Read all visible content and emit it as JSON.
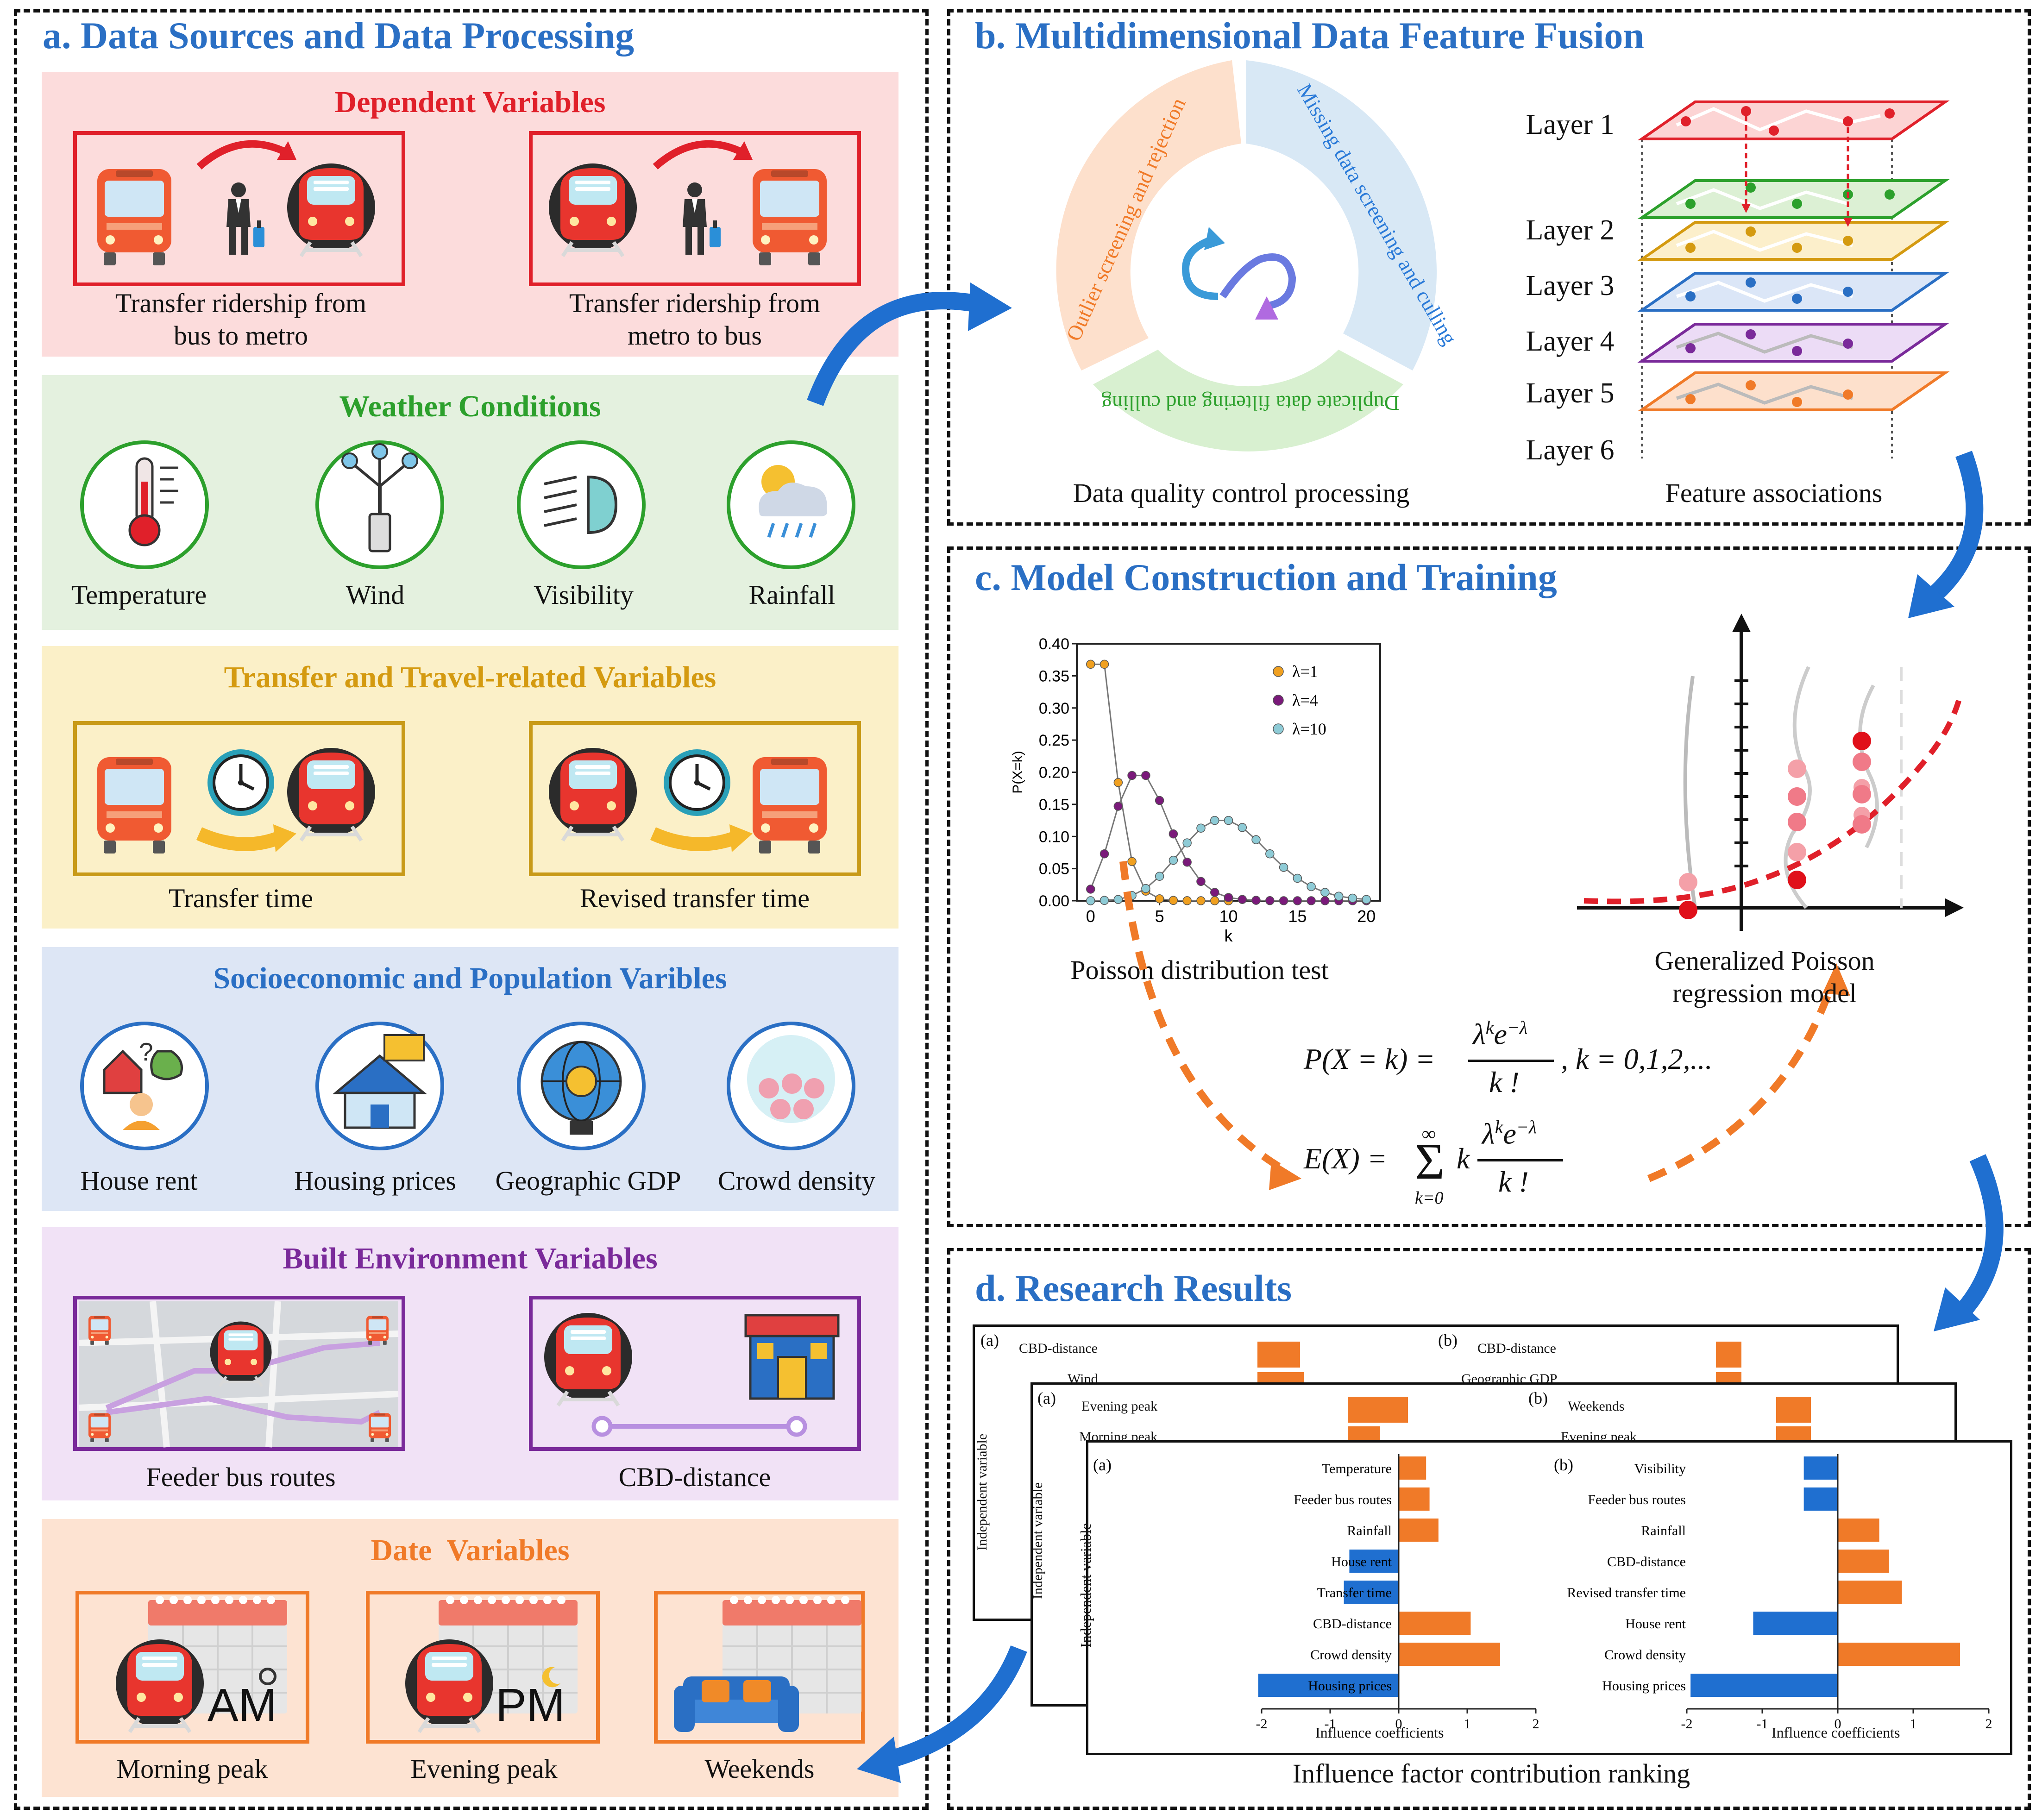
{
  "panel_a": {
    "title": "a. Data Sources and Data Processing",
    "dependent": {
      "title": "Dependent Variables",
      "items": [
        "Transfer ridership from\nbus to metro",
        "Transfer ridership from\nmetro to bus"
      ]
    },
    "weather": {
      "title": "Weather Conditions",
      "items": [
        "Temperature",
        "Wind",
        "Visibility",
        "Rainfall"
      ]
    },
    "transfer": {
      "title": "Transfer and Travel-related Variables",
      "items": [
        "Transfer time",
        "Revised transfer time"
      ]
    },
    "socio": {
      "title": "Socioeconomic and Population Varibles",
      "items": [
        "House rent",
        "Housing prices",
        "Geographic GDP",
        "Crowd density"
      ]
    },
    "built": {
      "title": "Built Environment Variables",
      "items": [
        "Feeder bus routes",
        "CBD-distance"
      ]
    },
    "date": {
      "title": "Date  Variables",
      "items": [
        "Morning peak",
        "Evening peak",
        "Weekends"
      ],
      "am": "AM",
      "pm": "PM"
    }
  },
  "panel_b": {
    "title": "b. Multidimensional Data Feature Fusion",
    "ring": [
      "Outlier screening and rejection",
      "Missing data screening and culling",
      "Duplicate data filtering and culling"
    ],
    "ring_caption": "Data quality control processing",
    "layers": [
      "Layer 1",
      "Layer 2",
      "Layer 3",
      "Layer 4",
      "Layer 5",
      "Layer 6"
    ],
    "layers_caption": "Feature associations"
  },
  "panel_c": {
    "title": "c. Model Construction and Training",
    "poisson_caption": "Poisson distribution test",
    "gpr_caption": "Generalized Poisson\nregression model",
    "formula1": "P(X = k) = λᵏ e⁻λ / k! , k = 0,1,2,...",
    "formula2": "E(X) = Σ k λᵏ e⁻λ / k!",
    "chart_data": {
      "type": "line",
      "xlabel": "k",
      "ylabel": "P(X=k)",
      "xlim": [
        -1,
        21
      ],
      "ylim": [
        0,
        0.4
      ],
      "xticks": [
        0,
        5,
        10,
        15,
        20
      ],
      "yticks": [
        "0.00",
        "0.05",
        "0.10",
        "0.15",
        "0.20",
        "0.25",
        "0.30",
        "0.35",
        "0.40"
      ],
      "legend_position": "top-right",
      "series": [
        {
          "name": "λ=1",
          "color": "#f0a020",
          "x": [
            0,
            1,
            2,
            3,
            4,
            5,
            6,
            7,
            8,
            9,
            10
          ],
          "values": [
            0.368,
            0.368,
            0.184,
            0.061,
            0.015,
            0.003,
            0.0005,
            0.0001,
            0,
            0,
            0
          ]
        },
        {
          "name": "λ=4",
          "color": "#7a1a7a",
          "x": [
            0,
            1,
            2,
            3,
            4,
            5,
            6,
            7,
            8,
            9,
            10,
            11,
            12,
            13,
            14,
            15,
            16,
            17,
            18,
            19,
            20
          ],
          "values": [
            0.018,
            0.073,
            0.147,
            0.195,
            0.195,
            0.156,
            0.104,
            0.06,
            0.03,
            0.013,
            0.005,
            0.002,
            0.0006,
            0.0002,
            0,
            0,
            0,
            0,
            0,
            0,
            0
          ]
        },
        {
          "name": "λ=10",
          "color": "#8ecbd6",
          "x": [
            0,
            1,
            2,
            3,
            4,
            5,
            6,
            7,
            8,
            9,
            10,
            11,
            12,
            13,
            14,
            15,
            16,
            17,
            18,
            19,
            20
          ],
          "values": [
            0,
            0.0005,
            0.002,
            0.008,
            0.019,
            0.038,
            0.063,
            0.09,
            0.113,
            0.125,
            0.125,
            0.114,
            0.095,
            0.073,
            0.052,
            0.035,
            0.022,
            0.013,
            0.007,
            0.004,
            0.002
          ]
        }
      ]
    }
  },
  "panel_d": {
    "title": "d. Research Results",
    "caption": "Influence factor contribution ranking",
    "ylabel": "Independent variable",
    "xlabel": "Influence coefficients",
    "back_cards": [
      {
        "a_labels": [
          "CBD-distance",
          "Wind"
        ],
        "b_labels": [
          "CBD-distance",
          "Geographic GDP"
        ]
      },
      {
        "a_labels": [
          "Evening peak",
          "Morning peak"
        ],
        "b_labels": [
          "Weekends",
          "Evening peak"
        ]
      }
    ],
    "chart_data": [
      {
        "type": "bar",
        "panel": "(a)",
        "categories": [
          "Temperature",
          "Feeder bus routes",
          "Rainfall",
          "House rent",
          "Transfer time",
          "CBD-distance",
          "Crowd density",
          "Housing prices"
        ],
        "values": [
          0.4,
          0.45,
          0.58,
          -0.72,
          -0.8,
          1.05,
          1.48,
          -2.05
        ],
        "xlim": [
          -2,
          2
        ],
        "xticks": [
          "-2",
          "-1",
          "0",
          "1",
          "2"
        ]
      },
      {
        "type": "bar",
        "panel": "(b)",
        "categories": [
          "Visibility",
          "Feeder bus routes",
          "Rainfall",
          "CBD-distance",
          "Revised transfer time",
          "House rent",
          "Crowd density",
          "Housing prices"
        ],
        "values": [
          -0.45,
          -0.45,
          0.55,
          0.68,
          0.85,
          -1.12,
          1.62,
          -1.95
        ],
        "xlim": [
          -2,
          2
        ],
        "xticks": [
          "-2",
          "-1",
          "0",
          "1",
          "2"
        ]
      }
    ]
  },
  "colors": {
    "title_blue": "#2a6fc4",
    "red": "#e0202a",
    "green": "#2ca02c",
    "gold": "#d49a10",
    "blue": "#2a6fc4",
    "purple": "#7a2a9a",
    "orange": "#f07a28",
    "bar_orange": "#f07a28",
    "bar_blue": "#1f6fd0"
  }
}
